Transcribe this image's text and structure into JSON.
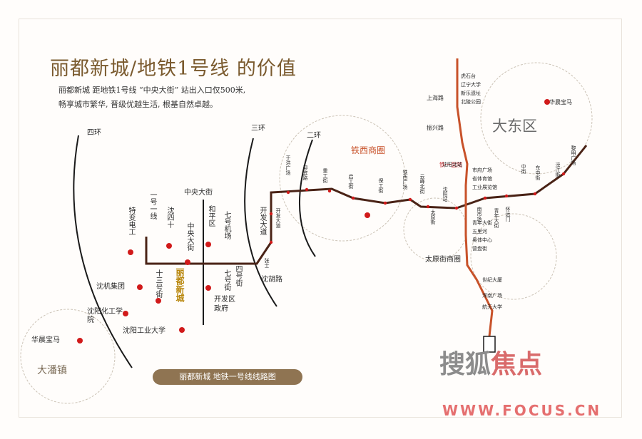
{
  "title": "丽都新城/地铁1号线 的价值",
  "intro": {
    "line1": "丽都新城  距地铁1号线 “中央大街” 站出入口仅500米,",
    "line2": "畅享城市繁华, 晋级优越生活, 根基自然卓越。"
  },
  "rings": {
    "ring4": "四环",
    "ring3": "三环",
    "ring2": "二环"
  },
  "areas": {
    "dadong": "大东区",
    "dapan": "大潘镇",
    "tiexi": "铁西商圈",
    "taiyuan": "太原街商圈"
  },
  "streets": {
    "zhongyang_top": "中央大街",
    "tezhong": "特变电工",
    "shenji": "沈机集团",
    "shenhua": "沈阳化工学院",
    "shengong": "沈阳工业大学",
    "kaifa": "开发区政府",
    "huachen_w": "华晨宝马",
    "huachen_e": "华晨宝马",
    "shensi": "沈四十",
    "xishi": "十三号街",
    "qihao": "七号街",
    "sihao": "四号街",
    "shenhu": "沈胡路",
    "zhonghe": "中央大街",
    "kaifadadao": "开发大道",
    "yiyi": "一号一线",
    "heping": "和平区",
    "qiji": "七号机场",
    "shanghai": "上海路",
    "zhenxing": "振兴路",
    "dajie": "铁一医院"
  },
  "highlight": {
    "lidu": "丽都新城"
  },
  "stations_west": [
    "张士",
    "开发大道",
    "于洪广场",
    "迎宾路",
    "重工街",
    "启工街",
    "保工街",
    "铁西广场",
    "云峰北街",
    "沈阳站"
  ],
  "stations_east": [
    "太原街",
    "南市场",
    "青年大街",
    "怀远门",
    "中街",
    "东中街",
    "滂江街",
    "黎明广场"
  ],
  "north_south_stations": [
    "虎石台",
    "辽宁大学",
    "新乐遗址",
    "北陵公园",
    "沈阳北站",
    "市府广场",
    "省体育馆",
    "工业展览馆",
    "青年大街",
    "五里河",
    "奥体中心",
    "营盘街",
    "世纪大厦",
    "浑南广场",
    "航天大学"
  ],
  "banner": "丽都新城 地铁一号线线路图",
  "logo": {
    "part1": "搜狐",
    "part2": "焦点",
    "url": "WWW.FOCUS.CN"
  },
  "colors": {
    "line1": "#4a2316",
    "line2": "#c8522a",
    "dot": "#d11a1a",
    "banner": "#8f7452",
    "title": "#7a5a2e"
  }
}
